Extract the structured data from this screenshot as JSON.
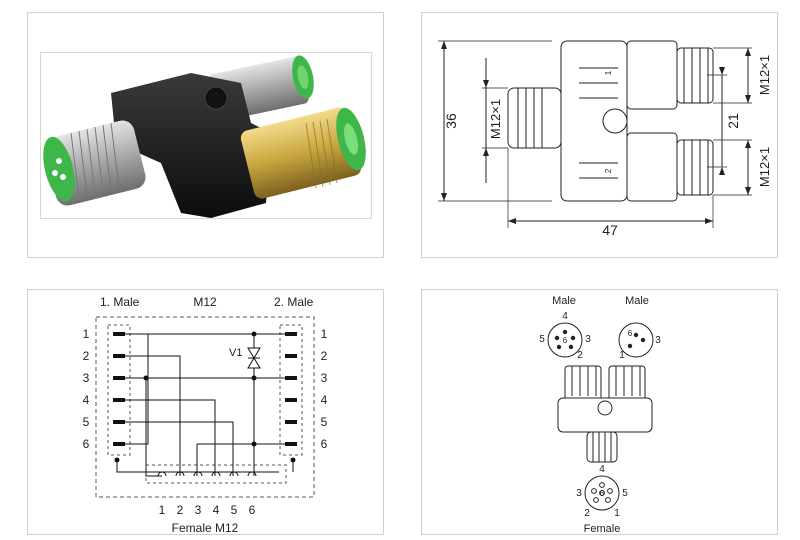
{
  "photo": {
    "colors": {
      "housing": "#1c1c1c",
      "brass": "#c9a640",
      "steel": "#a9a9a9",
      "insert": "#3fb64a"
    }
  },
  "dimensions": {
    "overall_height": "36",
    "overall_width": "47",
    "port_spacing": "21",
    "female_thread": "M12×1",
    "male_thread_top": "M12×1",
    "male_thread_bottom": "M12×1",
    "port_mark_1": "1",
    "port_mark_2": "2"
  },
  "wiring": {
    "left_title": "1. Male",
    "center_title": "M12",
    "right_title": "2. Male",
    "bottom_title": "Female M12",
    "component_label": "V1",
    "left_pins": [
      "1",
      "2",
      "3",
      "4",
      "5",
      "6"
    ],
    "right_pins": [
      "1",
      "2",
      "3",
      "4",
      "5",
      "6"
    ],
    "bottom_pins": [
      "1",
      "2",
      "3",
      "4",
      "5",
      "6"
    ]
  },
  "pinout": {
    "male1_label": "Male",
    "male2_label": "Male",
    "female_label": "Female",
    "male1_pins": {
      "top": "4",
      "left": "5",
      "center": "6",
      "right": "3",
      "bottom": "2"
    },
    "male2_pins": {
      "center": "6",
      "right": "3",
      "bottom_left": "1"
    },
    "female_pins": {
      "top": "4",
      "left": "3",
      "center": "6",
      "right": "5",
      "bottom_left": "2",
      "bottom_right": "1"
    }
  }
}
